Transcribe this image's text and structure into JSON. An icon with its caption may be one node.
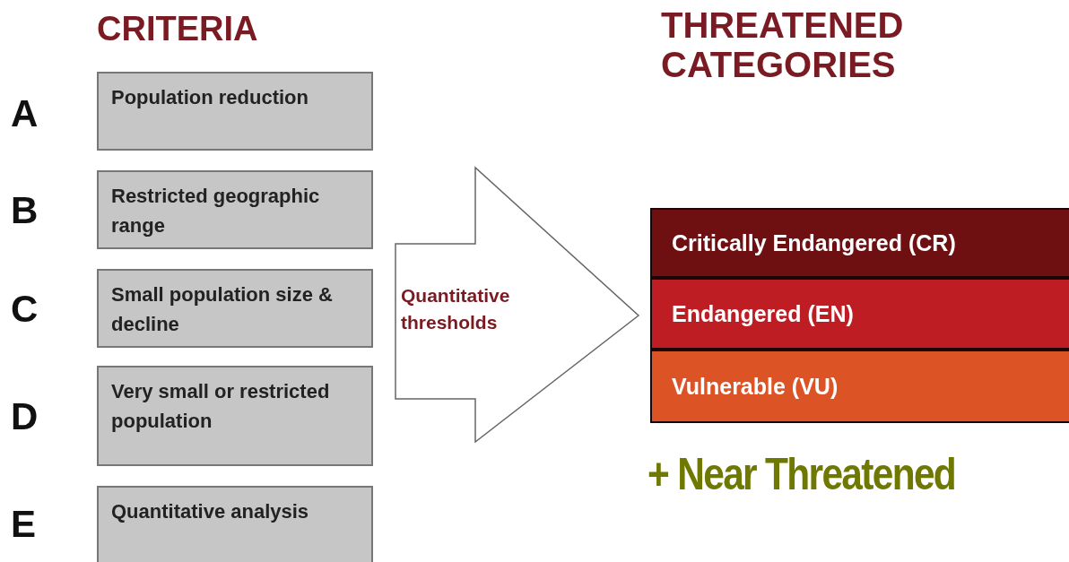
{
  "diagram": {
    "nodes": [
      {
        "text": [
          "Population reduction"
        ]
      },
      {
        "text": [
          "Restricted geographic range"
        ]
      },
      {
        "text": [
          "Small population size & decline"
        ]
      },
      {
        "text": [
          "Very small or restricted population"
        ]
      },
      {
        "text": [
          "Quantitative analysis"
        ]
      },
      {
        "text": [
          "Quantitative thresholds"
        ]
      },
      {
        "text": [
          "Critically Endangered (CR)"
        ]
      },
      {
        "text": [
          "Endangered (EN)"
        ]
      },
      {
        "text": [
          "Vulnerable (VU)"
        ]
      }
    ],
    "labels": [
      "CRITERIA",
      "THREATENED CATEGORIES",
      "A",
      "B",
      "C",
      "D",
      "E",
      "+ Near Threatened"
    ]
  }
}
